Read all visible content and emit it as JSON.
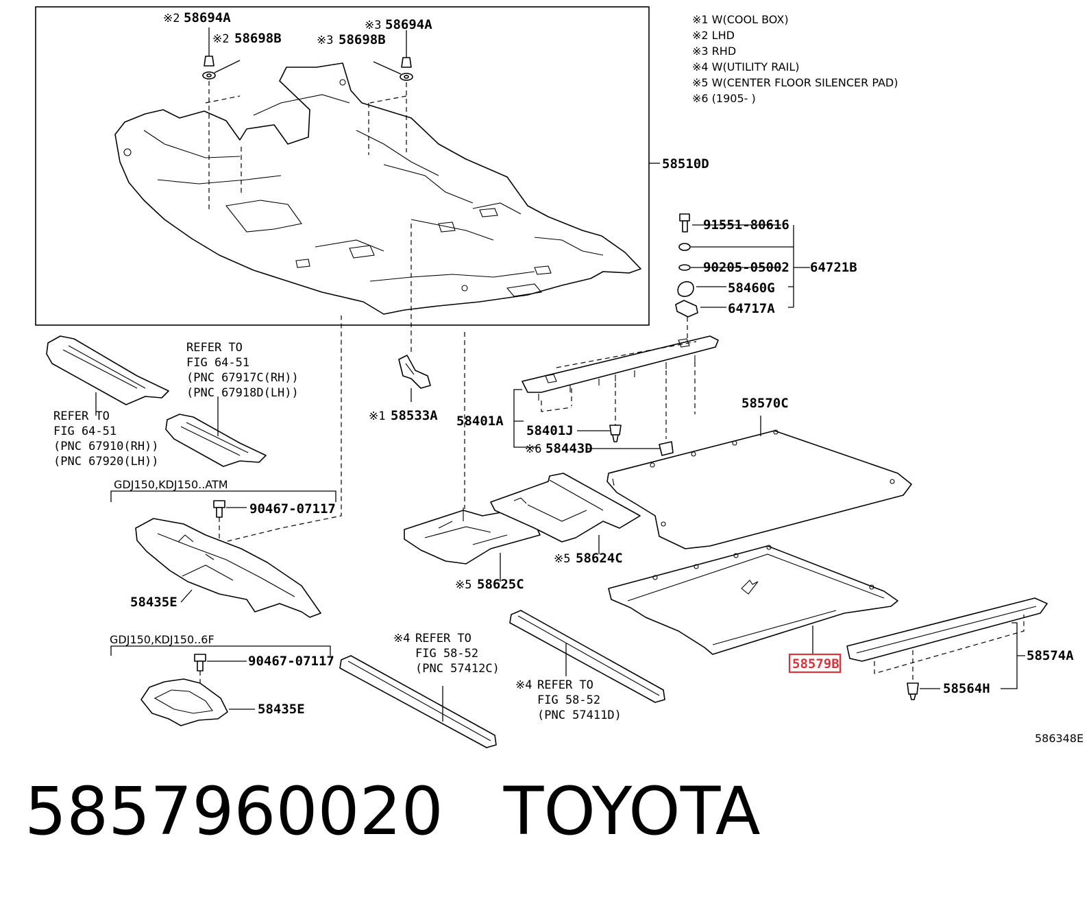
{
  "notes": [
    "※1 W(COOL BOX)",
    "※2 LHD",
    "※3 RHD",
    "※4 W(UTILITY RAIL)",
    "※5 W(CENTER FLOOR SILENCER PAD)",
    "※6 (1905-      )"
  ],
  "callouts": {
    "c1_mark": "※2",
    "c1_part": "58694A",
    "c2_mark": "※2",
    "c2_part": "58698B",
    "c3_mark": "※3",
    "c3_part": "58694A",
    "c4_mark": "※3",
    "c4_part": "58698B",
    "c5_part": "58510D",
    "c6_part": "91551-80616",
    "c7_part": "90205-05002",
    "c8_part": "64721B",
    "c9_part": "58460G",
    "c10_part": "64717A",
    "c11_line1": "REFER TO",
    "c11_line2": "FIG 64-51",
    "c11_line3": "(PNC 67917C(RH))",
    "c11_line4": "(PNC 67918D(LH))",
    "c12_line1": "REFER TO",
    "c12_line2": "FIG 64-51",
    "c12_line3": "(PNC 67910(RH))",
    "c12_line4": "(PNC 67920(LH))",
    "c13_mark": "※1",
    "c13_part": "58533A",
    "c14_part": "58401A",
    "c15_part": "58401J",
    "c16_mark": "※6",
    "c16_part": "58443D",
    "c17_part": "58570C",
    "c18_group": "GDJ150,KDJ150..ATM",
    "c19_part": "90467-07117",
    "c20_mark": "※5",
    "c20_part": "58624C",
    "c21_mark": "※5",
    "c21_part": "58625C",
    "c22_part": "58435E",
    "c23_group": "GDJ150,KDJ150..6F",
    "c24_part": "90467-07117",
    "c25_part": "58435E",
    "c26_mark": "※4",
    "c26_line1": "REFER TO",
    "c26_line2": "FIG 58-52",
    "c26_line3": "(PNC 57412C)",
    "c27_mark": "※4",
    "c27_line1": "REFER TO",
    "c27_line2": "FIG 58-52",
    "c27_line3": "(PNC 57411D)",
    "c28_part": "58579B",
    "c29_part": "58574A",
    "c30_part": "58564H",
    "c31_code": "586348E"
  },
  "footer": {
    "part_number": "5857960020",
    "brand": "TOYOTA"
  }
}
